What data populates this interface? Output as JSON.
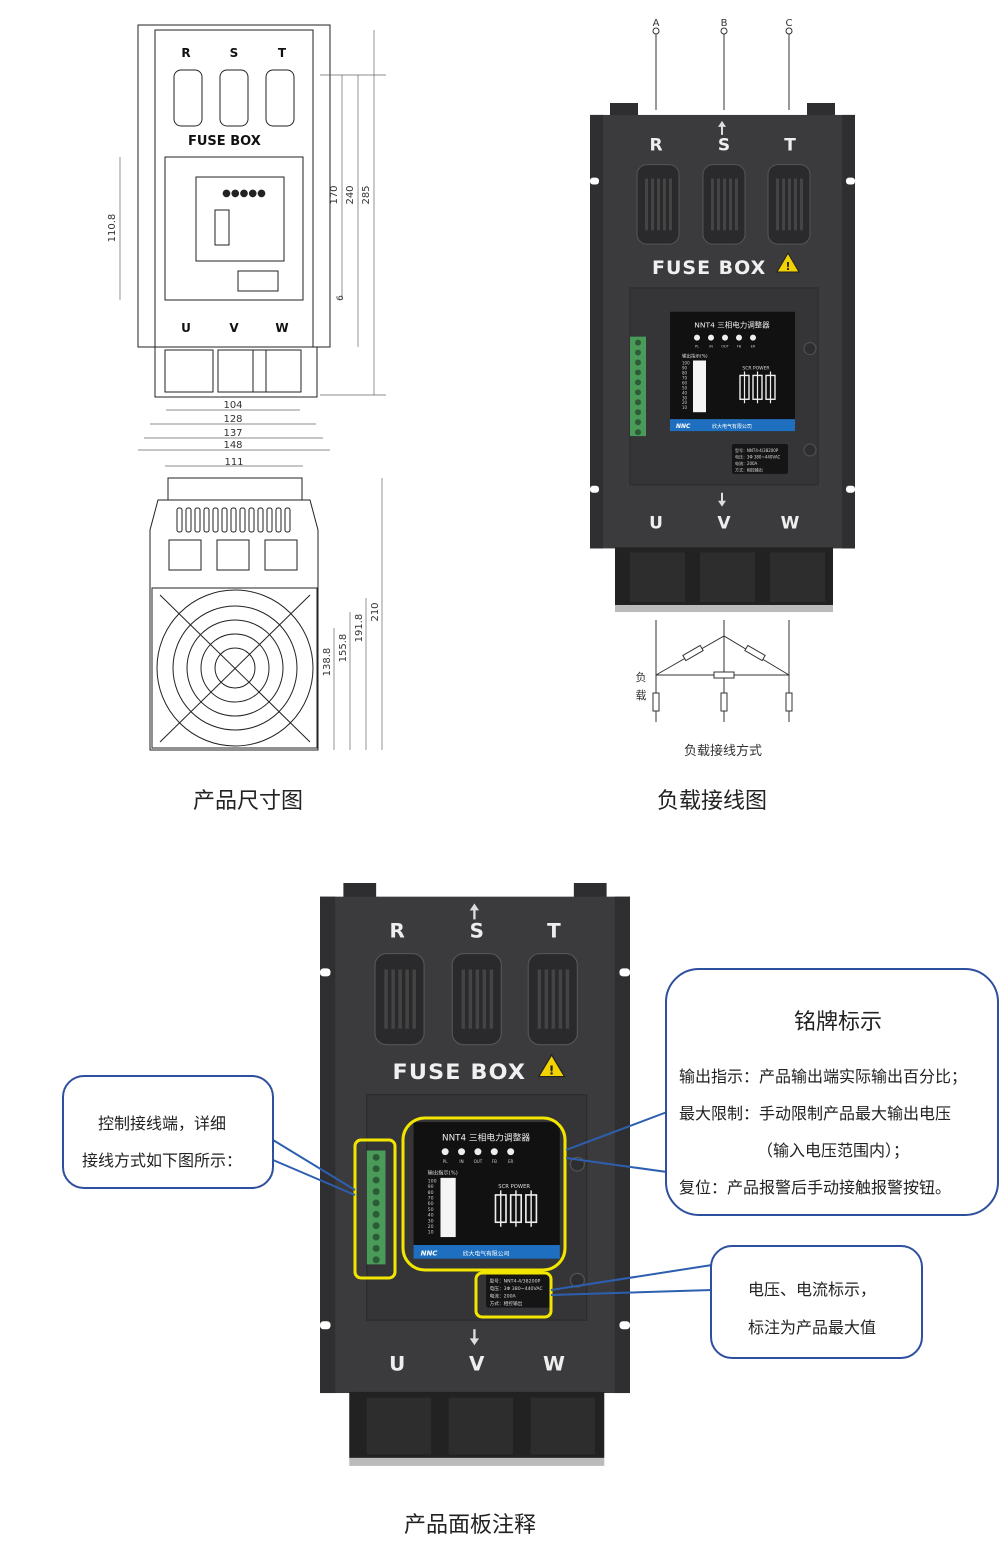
{
  "dimension_drawing": {
    "caption": "产品尺寸图",
    "front_labels": {
      "r": "R",
      "s": "S",
      "t": "T",
      "fuse": "FUSE BOX",
      "u": "U",
      "v": "V",
      "w": "W"
    },
    "dims_vertical_right": [
      "170",
      "240",
      "285"
    ],
    "dim_left": "110.8",
    "dim_small": "6",
    "dims_horizontal": [
      "104",
      "128",
      "137",
      "148"
    ],
    "dim_side_width": "111",
    "dims_side_vertical": [
      "138.8",
      "155.8",
      "191.8",
      "210"
    ]
  },
  "wiring_diagram": {
    "caption": "负载接线图",
    "phases": [
      "A",
      "B",
      "C"
    ],
    "load_label": [
      "负",
      "载"
    ],
    "load_caption": "负载接线方式"
  },
  "device": {
    "inputs": [
      "R",
      "S",
      "T"
    ],
    "outputs": [
      "U",
      "V",
      "W"
    ],
    "fuse_label": "FUSE BOX",
    "panel_title": "NNT4 三相电力调整器",
    "indicators": [
      "PL",
      "IN",
      "OUT",
      "FB",
      "ER"
    ],
    "output_label": "输出指示(%)",
    "scale": [
      "100",
      "90",
      "80",
      "70",
      "60",
      "50",
      "40",
      "30",
      "20",
      "10"
    ],
    "scr_label": "SCR POWER",
    "brand": "NNC",
    "company": "欣大电气有限公司",
    "nameplate": [
      "型号：NNT4-4/38200P",
      "电压：3Φ 380~440VAC",
      "电流：200A",
      "方式：相控输出"
    ]
  },
  "panel_annotation": {
    "caption": "产品面板注释",
    "left_callout": [
      "控制接线端，详细",
      "接线方式如下图所示："
    ],
    "right_callout": {
      "title": "铭牌标示",
      "lines": [
        "输出指示：产品输出端实际输出百分比；",
        "最大限制：手动限制产品最大输出电压",
        "（输入电压范围内）；",
        "复位：产品报警后手动接触报警按钮。"
      ]
    },
    "lower_callout": [
      "电压、电流标示，",
      "标注为产品最大值"
    ]
  },
  "colors": {
    "device_body": "#3b3b3d",
    "highlight": "#f2e600",
    "callout_border": "#2d4f9e",
    "panel_blue": "#1e6fc0",
    "terminal_green": "#4a9a5a"
  }
}
